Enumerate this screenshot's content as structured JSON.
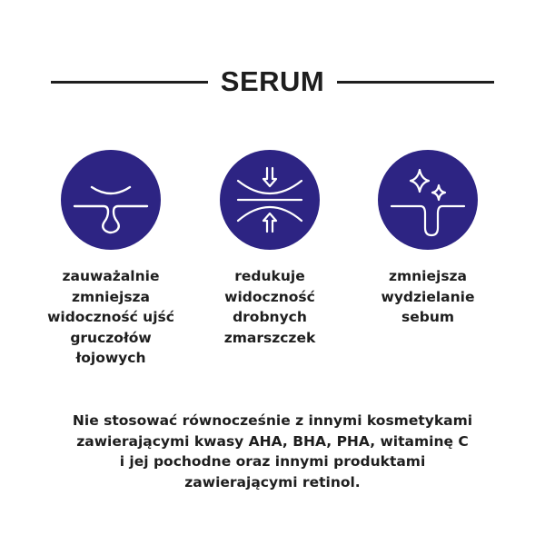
{
  "header": {
    "title": "SERUM"
  },
  "colors": {
    "circle": "#2d2483",
    "icon_stroke": "#ffffff",
    "text": "#1e1e1e",
    "background": "#ffffff"
  },
  "benefits": [
    {
      "icon": "pore-reduction-icon",
      "lines": [
        "zauważalnie",
        "zmniejsza",
        "widoczność ujść",
        "gruczołów",
        "łojowych"
      ]
    },
    {
      "icon": "wrinkle-reduction-icon",
      "lines": [
        "redukuje",
        "widoczność",
        "drobnych",
        "zmarszczek"
      ]
    },
    {
      "icon": "sebum-control-sparkle-icon",
      "lines": [
        "zmniejsza",
        "wydzielanie",
        "sebum"
      ]
    }
  ],
  "warning": {
    "lines": [
      "Nie stosować równocześnie z innymi kosmetykami",
      "zawierającymi kwasy AHA, BHA, PHA, witaminę C",
      "i jej pochodne oraz innymi produktami",
      "zawierającymi retinol."
    ]
  }
}
